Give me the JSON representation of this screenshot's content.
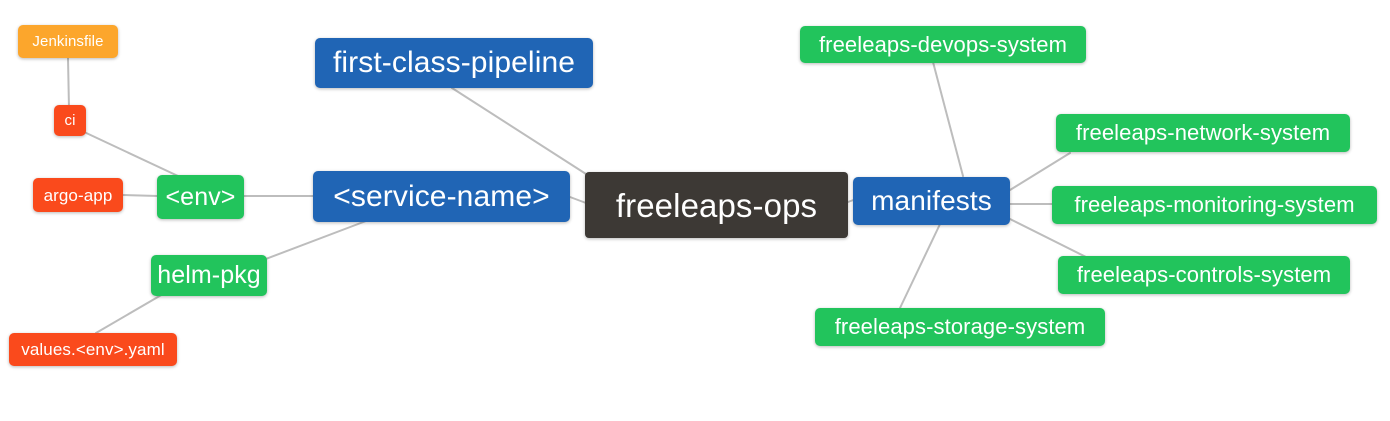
{
  "diagram": {
    "type": "mindmap",
    "title": "freeleaps-ops",
    "background_color": "#ffffff",
    "edge_color": "#bdbdbd",
    "palette": {
      "root": "#3d3935",
      "blue": "#2065b5",
      "green": "#22c45c",
      "red": "#fa4a1c",
      "orange": "#fca62c",
      "text": "#ffffff"
    }
  },
  "nodes": {
    "root": {
      "label": "freeleaps-ops",
      "color": "#3d3935"
    },
    "service_name": {
      "label": "<service-name>",
      "color": "#2065b5"
    },
    "manifests": {
      "label": "manifests",
      "color": "#2065b5"
    },
    "first_class_pipeline": {
      "label": "first-class-pipeline",
      "color": "#2065b5"
    },
    "env": {
      "label": "<env>",
      "color": "#22c45c"
    },
    "helm_pkg": {
      "label": "helm-pkg",
      "color": "#22c45c"
    },
    "jenkinsfile": {
      "label": "Jenkinsfile",
      "color": "#fca62c"
    },
    "ci": {
      "label": "ci",
      "color": "#fa4a1c"
    },
    "argo_app": {
      "label": "argo-app",
      "color": "#fa4a1c"
    },
    "values_yaml": {
      "label": "values.<env>.yaml",
      "color": "#fa4a1c"
    },
    "devops_system": {
      "label": "freeleaps-devops-system",
      "color": "#22c45c"
    },
    "network_system": {
      "label": "freeleaps-network-system",
      "color": "#22c45c"
    },
    "monitoring_system": {
      "label": "freeleaps-monitoring-system",
      "color": "#22c45c"
    },
    "controls_system": {
      "label": "freeleaps-controls-system",
      "color": "#22c45c"
    },
    "storage_system": {
      "label": "freeleaps-storage-system",
      "color": "#22c45c"
    }
  },
  "edges": [
    {
      "from": "root",
      "to": "service_name"
    },
    {
      "from": "root",
      "to": "manifests"
    },
    {
      "from": "service_name",
      "to": "first_class_pipeline"
    },
    {
      "from": "service_name",
      "to": "env"
    },
    {
      "from": "service_name",
      "to": "helm_pkg"
    },
    {
      "from": "env",
      "to": "argo_app"
    },
    {
      "from": "env",
      "to": "ci"
    },
    {
      "from": "ci",
      "to": "jenkinsfile"
    },
    {
      "from": "helm_pkg",
      "to": "values_yaml"
    },
    {
      "from": "manifests",
      "to": "devops_system"
    },
    {
      "from": "manifests",
      "to": "network_system"
    },
    {
      "from": "manifests",
      "to": "monitoring_system"
    },
    {
      "from": "manifests",
      "to": "controls_system"
    },
    {
      "from": "manifests",
      "to": "storage_system"
    }
  ]
}
